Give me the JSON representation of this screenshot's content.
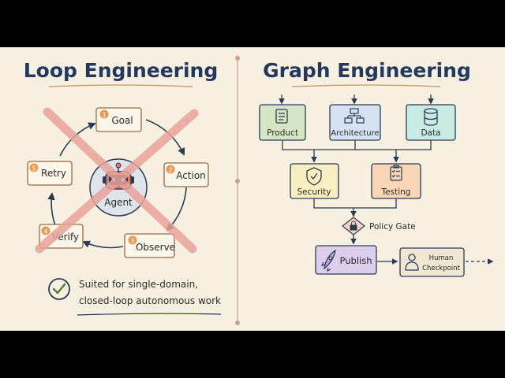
{
  "left": {
    "title": "Loop Engineering",
    "center": "Agent",
    "steps": [
      {
        "num": "1",
        "label": "Goal"
      },
      {
        "num": "2",
        "label": "Action"
      },
      {
        "num": "3",
        "label": "Observe"
      },
      {
        "num": "4",
        "label": "Verify"
      },
      {
        "num": "5",
        "label": "Retry"
      }
    ],
    "note_line1": "Suited for single-domain,",
    "note_line2": "closed-loop autonomous work"
  },
  "right": {
    "title": "Graph Engineering",
    "nodes": {
      "product": "Product",
      "architecture": "Architecture",
      "data": "Data",
      "security": "Security",
      "testing": "Testing",
      "policy_gate": "Policy Gate",
      "publish": "Publish",
      "human_line1": "Human",
      "human_line2": "Checkpoint"
    }
  },
  "colors": {
    "background": "#f7f0e1",
    "title": "#23385e",
    "cross": "#e8a39a",
    "product": "#d6e6c4",
    "architecture": "#d4e2f2",
    "data": "#c8ebe3",
    "security": "#f9eec0",
    "testing": "#f9d7b6",
    "publish": "#dccdee",
    "gate": "#f6d4bf",
    "step_badge": "#e69a55"
  }
}
